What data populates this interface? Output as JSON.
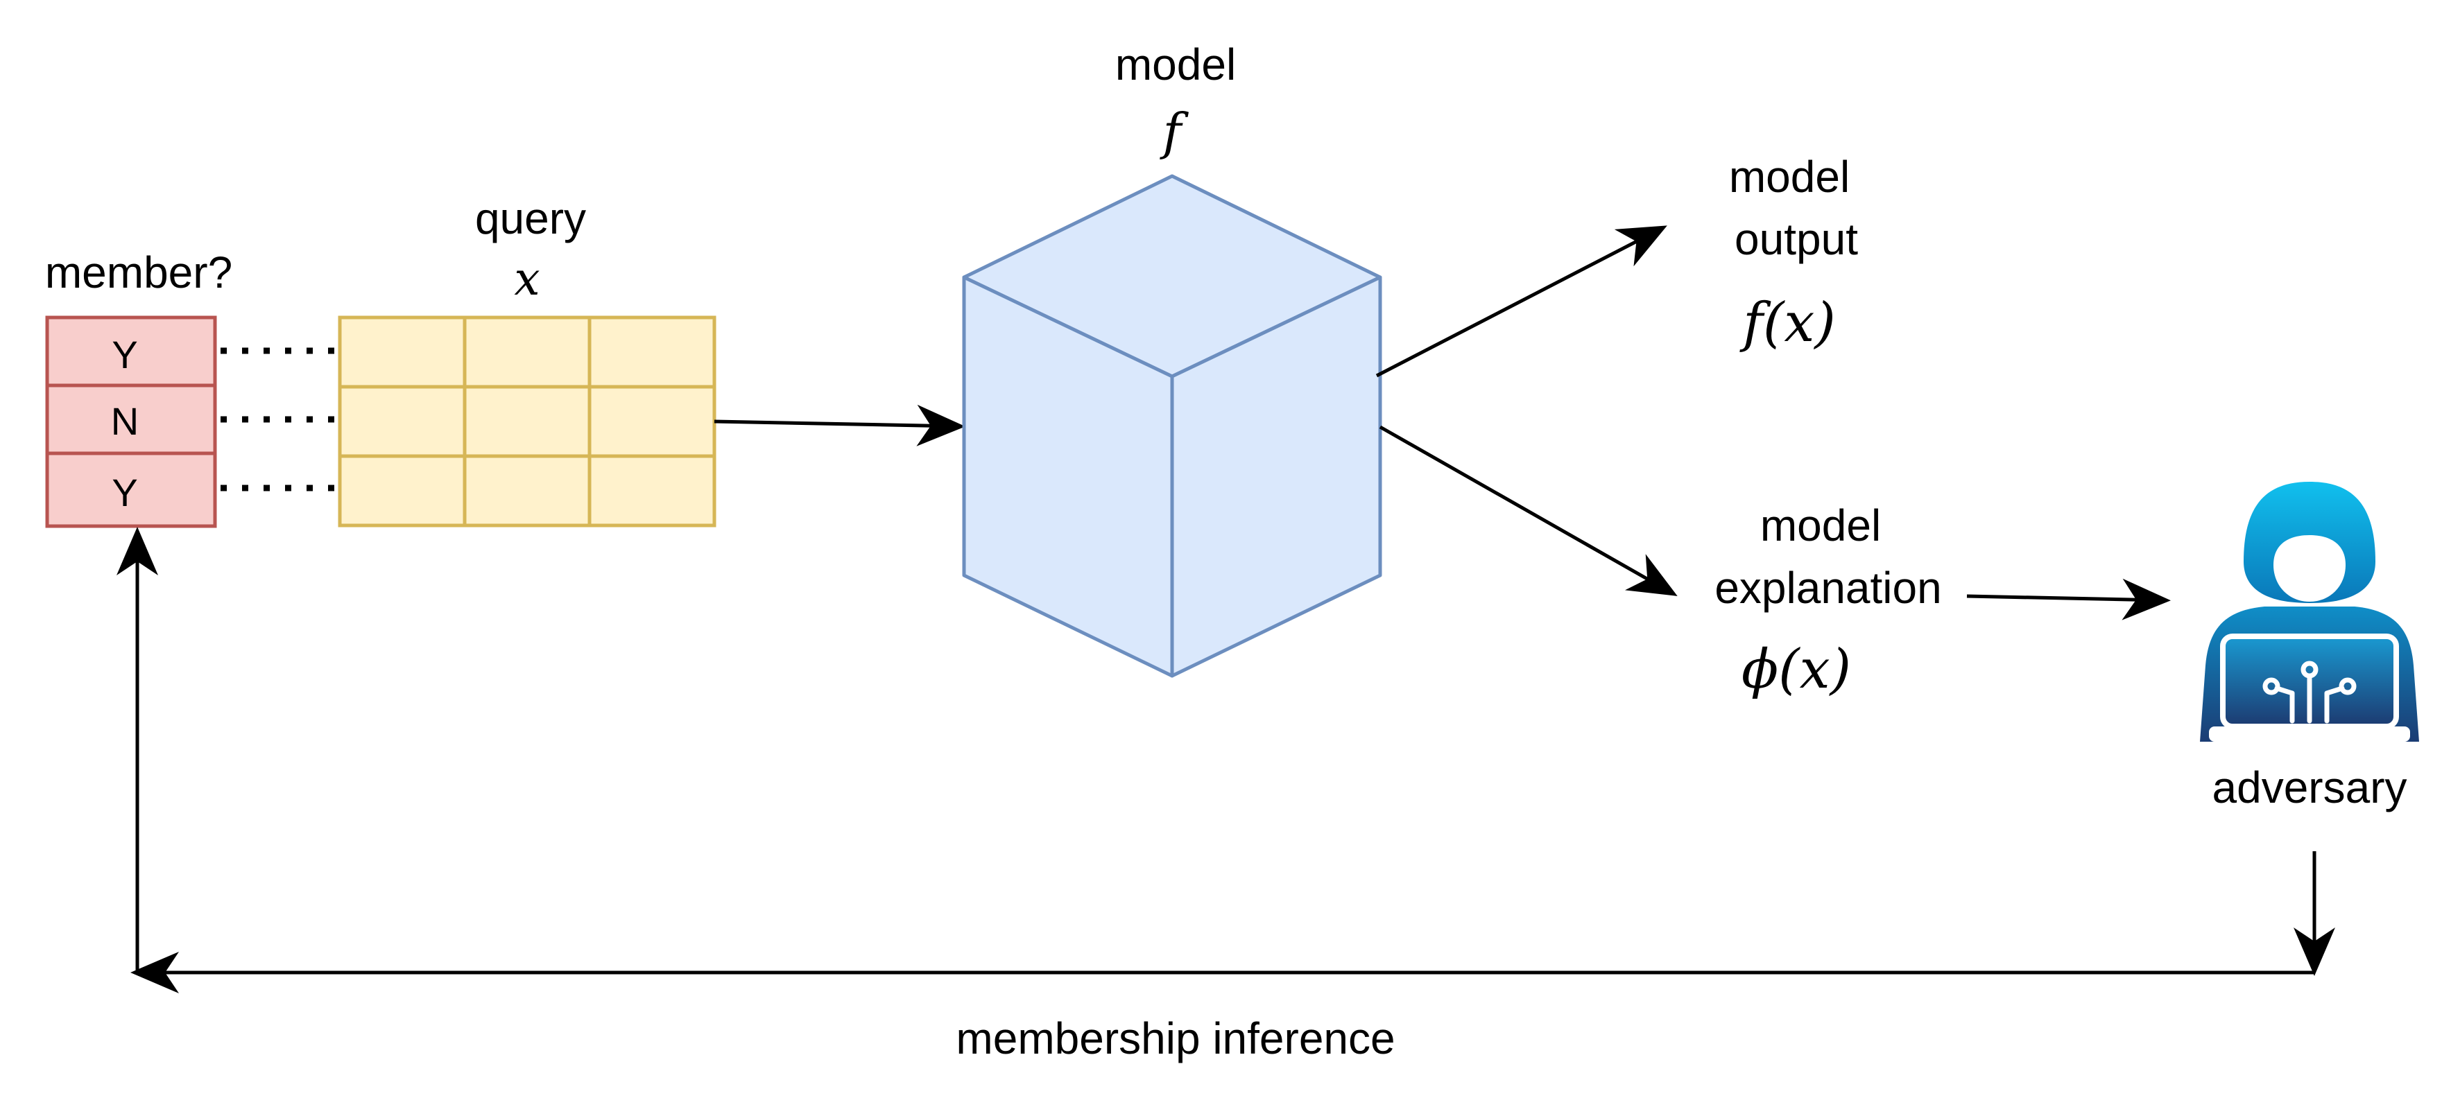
{
  "member_table": {
    "title": "member?",
    "values": [
      "Y",
      "N",
      "Y"
    ],
    "fill": "#f8cecc",
    "stroke": "#b85450"
  },
  "query": {
    "label": "query",
    "symbol": "x",
    "fill": "#fff2cc",
    "stroke": "#d6b656"
  },
  "model": {
    "label": "model",
    "symbol": "f",
    "fill": "#dae8fc",
    "stroke": "#6c8ebf"
  },
  "output": {
    "line1": "model",
    "line2": "output",
    "formula": "f(x)"
  },
  "explanation": {
    "line1": "model",
    "line2": "explanation",
    "formula": "ϕ(x)"
  },
  "adversary": {
    "label": "adversary",
    "icon": "hacker-laptop-icon"
  },
  "feedback": {
    "label": "membership inference"
  }
}
